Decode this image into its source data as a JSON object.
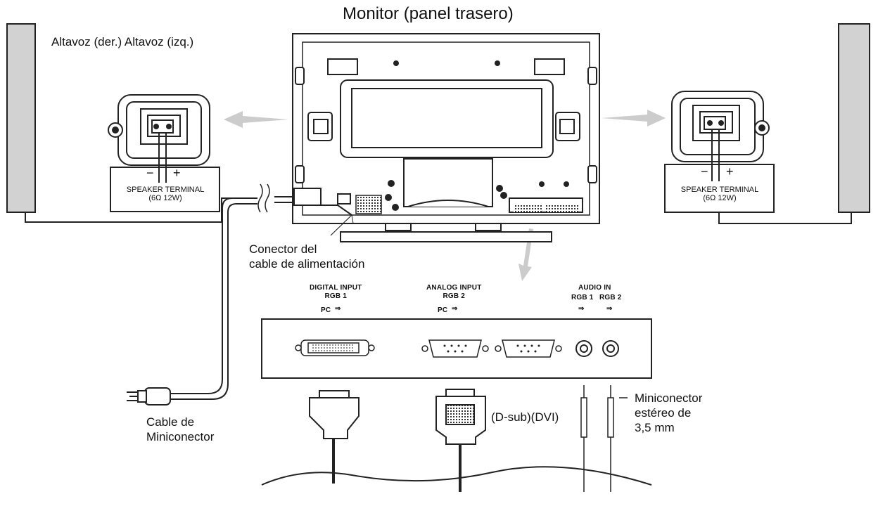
{
  "title": "Monitor (panel trasero)",
  "speakers_label": "Altavoz (der.) Altavoz (izq.)",
  "speaker_terminal": {
    "minus": "−",
    "plus": "+",
    "name": "SPEAKER TERMINAL",
    "rating": "(6Ω 12W)"
  },
  "power_connector_label": "Conector del\ncable de alimentación",
  "power_cable_label": "Cable de\nMiniconector",
  "inputs": {
    "digital_title": "DIGITAL INPUT\nRGB 1",
    "analog_title": "ANALOG INPUT\nRGB 2",
    "audio_title": "AUDIO IN",
    "audio_rgb1": "RGB 1",
    "audio_rgb2": "RGB 2",
    "pc_digital": "PC",
    "pc_analog": "PC"
  },
  "plug_label": "(D-sub)(DVI)",
  "minijack_label": "Miniconector\nestéreo de\n3,5 mm",
  "colors": {
    "line": "#222222",
    "arrow": "#cccccc",
    "speaker_fill": "#d2d2d2",
    "panel_grey": "#e6e6e6"
  }
}
